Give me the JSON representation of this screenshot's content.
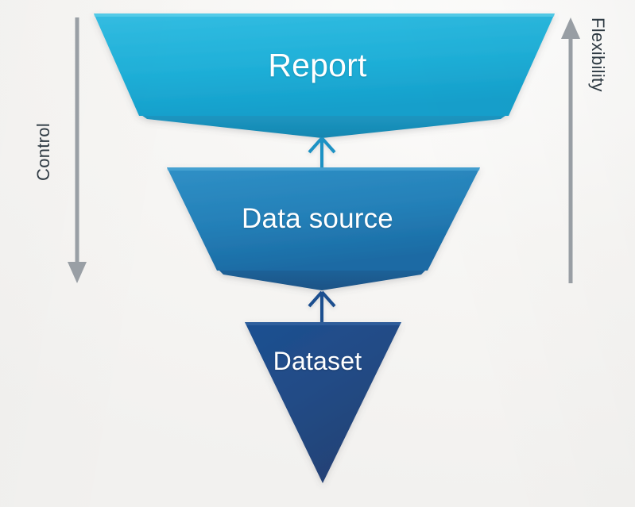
{
  "diagram": {
    "title_text_present": false,
    "background_color": "#f6f5f3",
    "stages": [
      {
        "id": "report",
        "label": "Report",
        "shape": "inverted-trapezoid",
        "fill_top": "#2bb6dd",
        "fill_bottom": "#1ba6cf",
        "fold_color": "#1f8fb8",
        "text_color": "#ffffff",
        "level": 1
      },
      {
        "id": "data-source",
        "label": "Data source",
        "shape": "inverted-trapezoid",
        "fill_top": "#2a88c0",
        "fill_bottom": "#1f70ab",
        "fold_color": "#1d5f96",
        "text_color": "#ffffff",
        "level": 2
      },
      {
        "id": "dataset",
        "label": "Dataset",
        "shape": "inverted-triangle",
        "fill_top": "#1e4f8a",
        "fill_bottom": "#27477d",
        "fold_color": "#1b3a6b",
        "text_color": "#ffffff",
        "level": 3
      }
    ],
    "connectors": [
      {
        "id": "dataset-to-data-source",
        "direction": "up",
        "from": "dataset",
        "to": "data-source",
        "color": "#1d4f8f"
      },
      {
        "id": "data-source-to-report",
        "direction": "up",
        "from": "data-source",
        "to": "report",
        "color": "#1f92c4"
      }
    ],
    "axes": [
      {
        "id": "control-axis",
        "label": "Control",
        "direction": "down",
        "side": "left",
        "color": "#9aa0a6",
        "label_color": "#2f3b44"
      },
      {
        "id": "flexibility-axis",
        "label": "Flexibility",
        "direction": "up",
        "side": "right",
        "color": "#9aa0a6",
        "label_color": "#2f3b44"
      }
    ]
  }
}
